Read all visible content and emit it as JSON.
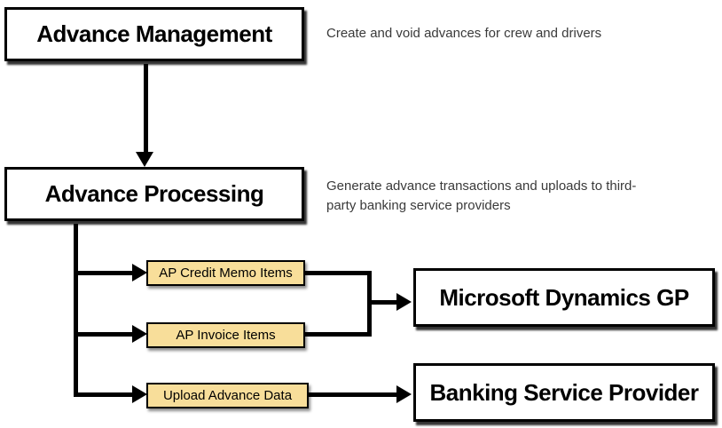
{
  "diagram": {
    "title_context": "Advance workflow diagram",
    "nodes": {
      "advance_management": {
        "label": "Advance Management",
        "description": "Create and void advances for crew and drivers"
      },
      "advance_processing": {
        "label": "Advance Processing",
        "description": "Generate advance transactions and uploads to third-party banking service providers"
      },
      "ap_credit_memo_items": {
        "label": "AP Credit Memo Items"
      },
      "ap_invoice_items": {
        "label": "AP Invoice Items"
      },
      "upload_advance_data": {
        "label": "Upload Advance Data"
      },
      "microsoft_dynamics_gp": {
        "label": "Microsoft Dynamics GP"
      },
      "banking_service_provider": {
        "label": "Banking Service Provider"
      }
    },
    "edges": [
      {
        "from": "advance_management",
        "to": "advance_processing"
      },
      {
        "from": "advance_processing",
        "to": "ap_credit_memo_items"
      },
      {
        "from": "advance_processing",
        "to": "ap_invoice_items"
      },
      {
        "from": "advance_processing",
        "to": "upload_advance_data"
      },
      {
        "from": "ap_credit_memo_items",
        "to": "microsoft_dynamics_gp"
      },
      {
        "from": "ap_invoice_items",
        "to": "microsoft_dynamics_gp"
      },
      {
        "from": "upload_advance_data",
        "to": "banking_service_provider"
      }
    ],
    "colors": {
      "canvas_bg": "#ffffff",
      "node_fill": "#ffffff",
      "task_fill": "#f8de9a",
      "border": "#000000",
      "connector": "#000000",
      "description_text": "#3a3a3a"
    }
  }
}
